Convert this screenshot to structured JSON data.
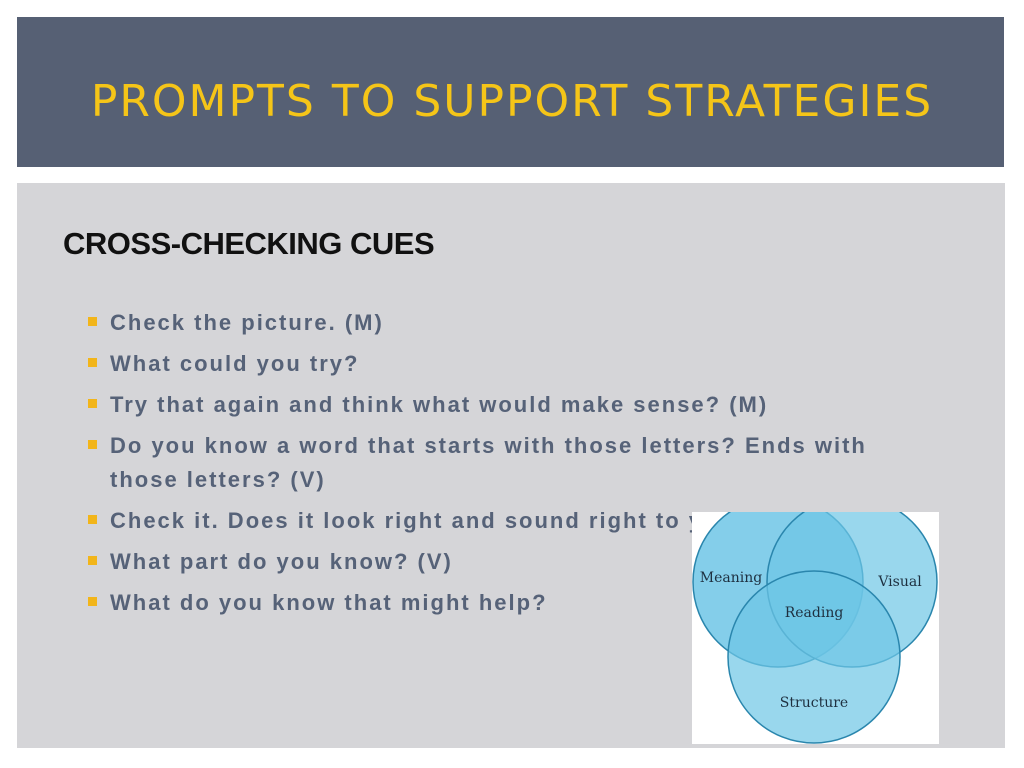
{
  "title": "PROMPTS TO SUPPORT STRATEGIES",
  "subtitle": "CROSS-CHECKING CUES",
  "bullets": [
    "Check the picture. (M)",
    "What could you try?",
    "Try that again and think what would make sense? (M)",
    "Do you know a word that starts with those letters? Ends with those letters? (V)",
    "Check it. Does it look right and sound right to you? (MSV)",
    "What part do you know? (V)",
    "What do you know that might help?"
  ],
  "venn": {
    "meaning": "Meaning",
    "visual": "Visual",
    "reading": "Reading",
    "structure": "Structure"
  },
  "colors": {
    "title_bar": "#566074",
    "title_text": "#f5c518",
    "panel": "#d5d5d8",
    "bullet_text": "#566278",
    "bullet_mark": "#f2b51a",
    "circle_fill": "#6ec6e6"
  }
}
